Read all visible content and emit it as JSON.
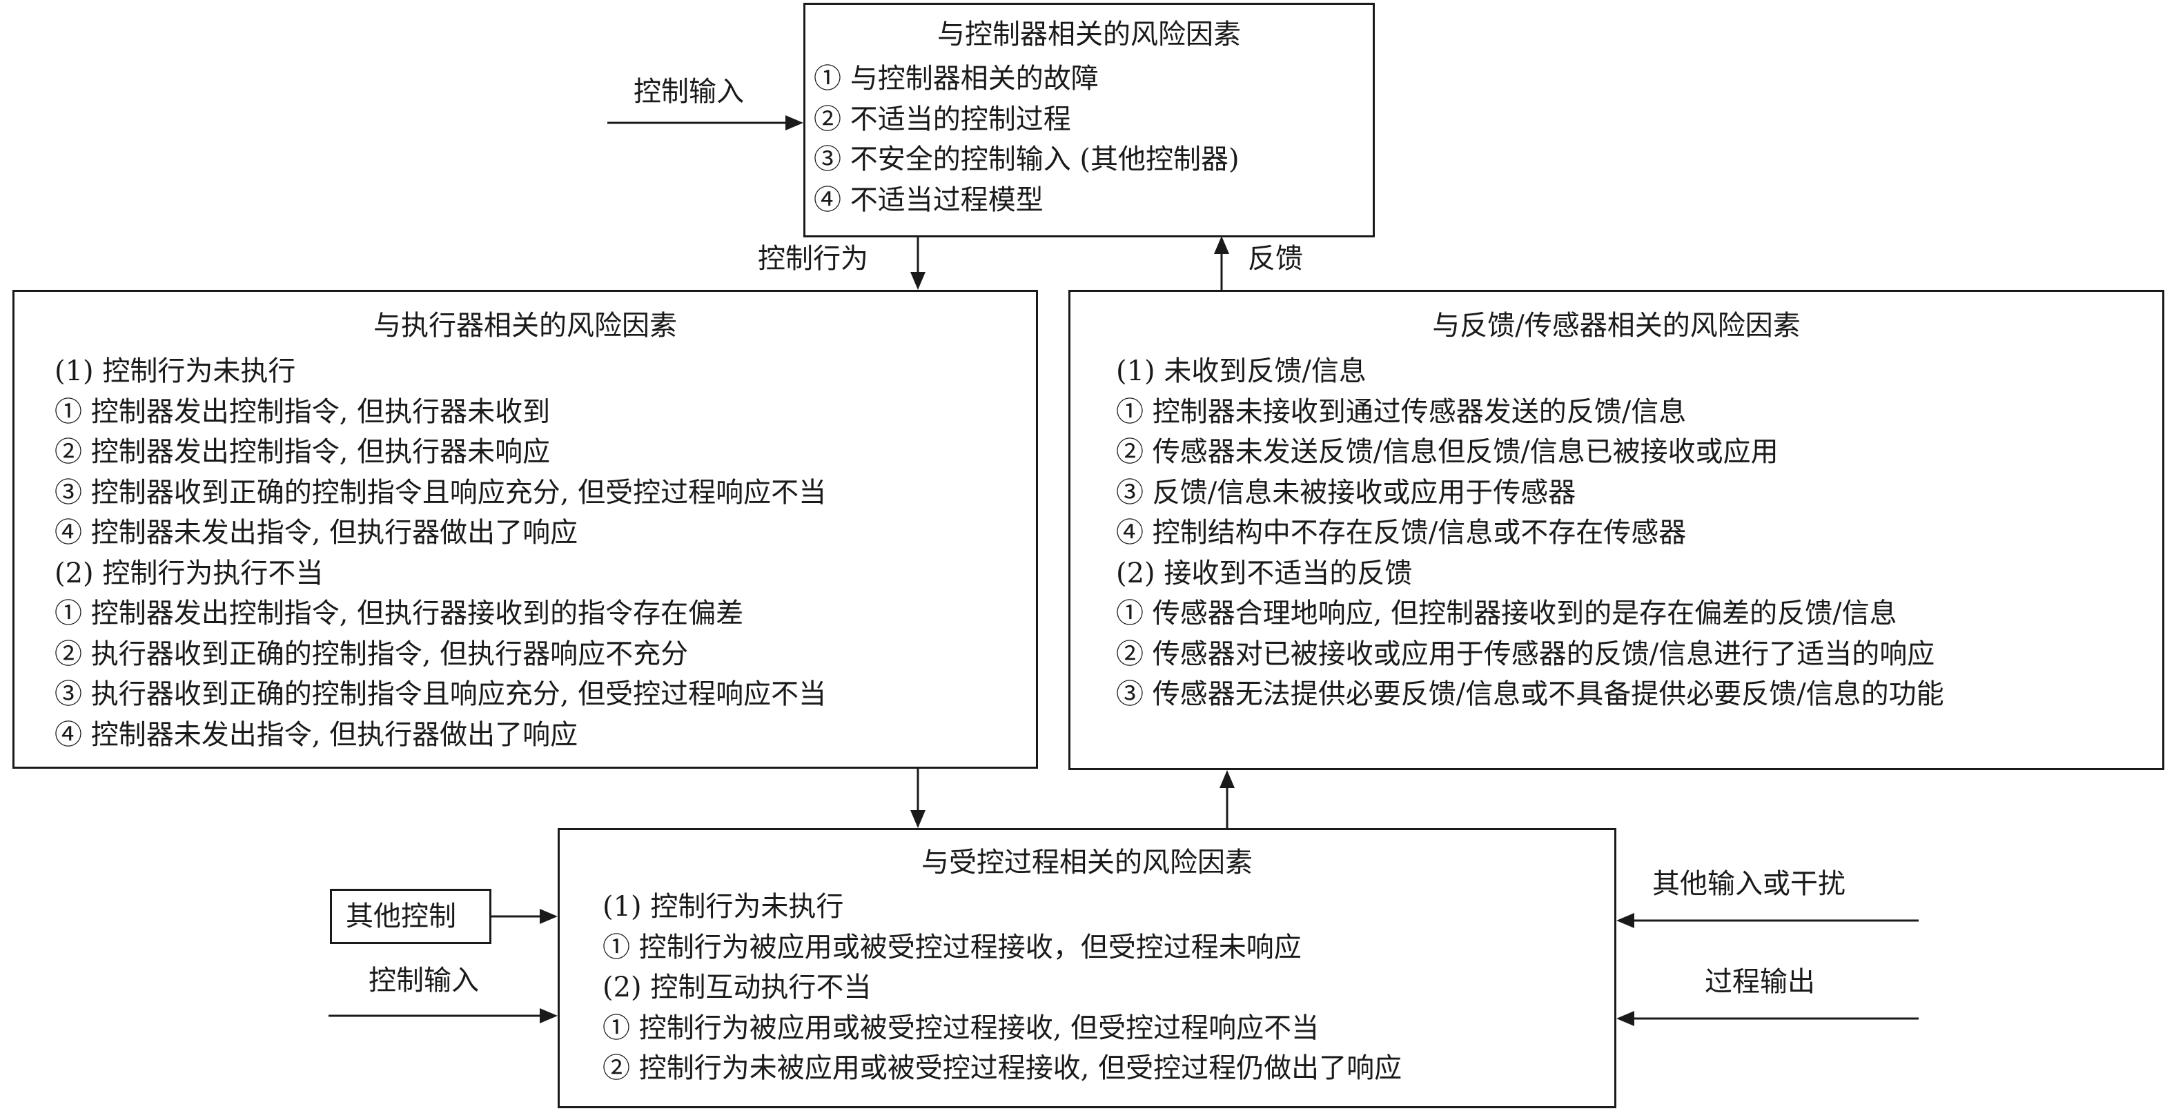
{
  "controller_box": {
    "title": "与控制器相关的风险因素",
    "lines": [
      "① 与控制器相关的故障",
      "② 不适当的控制过程",
      "③ 不安全的控制输入 (其他控制器)",
      "④ 不适当过程模型"
    ]
  },
  "actuator_box": {
    "title": "与执行器相关的风险因素",
    "lines": [
      "(1) 控制行为未执行",
      "① 控制器发出控制指令, 但执行器未收到",
      "② 控制器发出控制指令, 但执行器未响应",
      "③ 控制器收到正确的控制指令且响应充分, 但受控过程响应不当",
      "④ 控制器未发出指令, 但执行器做出了响应",
      "(2) 控制行为执行不当",
      "① 控制器发出控制指令, 但执行器接收到的指令存在偏差",
      "② 执行器收到正确的控制指令, 但执行器响应不充分",
      "③ 执行器收到正确的控制指令且响应充分, 但受控过程响应不当",
      "④ 控制器未发出指令, 但执行器做出了响应"
    ]
  },
  "sensor_box": {
    "title": "与反馈/传感器相关的风险因素",
    "lines": [
      "(1) 未收到反馈/信息",
      "① 控制器未接收到通过传感器发送的反馈/信息",
      "② 传感器未发送反馈/信息但反馈/信息已被接收或应用",
      "③ 反馈/信息未被接收或应用于传感器",
      "④ 控制结构中不存在反馈/信息或不存在传感器",
      "(2) 接收到不适当的反馈",
      "① 传感器合理地响应, 但控制器接收到的是存在偏差的反馈/信息",
      "② 传感器对已被接收或应用于传感器的反馈/信息进行了适当的响应",
      "③ 传感器无法提供必要反馈/信息或不具备提供必要反馈/信息的功能"
    ]
  },
  "process_box": {
    "title": "与受控过程相关的风险因素",
    "lines": [
      "(1) 控制行为未执行",
      "① 控制行为被应用或被受控过程接收，但受控过程未响应",
      "(2) 控制互动执行不当",
      "① 控制行为被应用或被受控过程接收, 但受控过程响应不当",
      "② 控制行为未被应用或被受控过程接收, 但受控过程仍做出了响应"
    ]
  },
  "labels": {
    "control_input_top": "控制输入",
    "control_action": "控制行为",
    "feedback": "反馈",
    "other_control": "其他控制",
    "control_input_bottom": "控制输入",
    "other_input_disturbance": "其他输入或干扰",
    "process_output": "过程输出"
  }
}
